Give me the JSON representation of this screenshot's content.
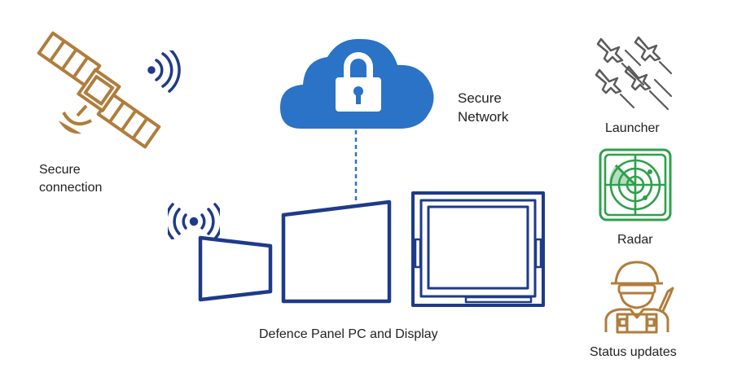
{
  "labels": {
    "secure_connection_line1": "Secure",
    "secure_connection_line2": "connection",
    "secure_network_line1": "Secure",
    "secure_network_line2": "Network",
    "panel_pc": "Defence Panel PC and Display",
    "launcher": "Launcher",
    "radar": "Radar",
    "status_updates": "Status updates"
  },
  "colors": {
    "navy": "#1e3a8a",
    "cloud_blue": "#2a73c6",
    "gold": "#b07d3c",
    "green": "#2ea04a",
    "grey": "#6b6b6b"
  },
  "icons": [
    "satellite-icon",
    "signal-waves-icon",
    "cloud-lock-icon",
    "wifi-icon",
    "panel-pc-icon",
    "display-icon",
    "jets-icon",
    "radar-icon",
    "soldier-icon"
  ]
}
